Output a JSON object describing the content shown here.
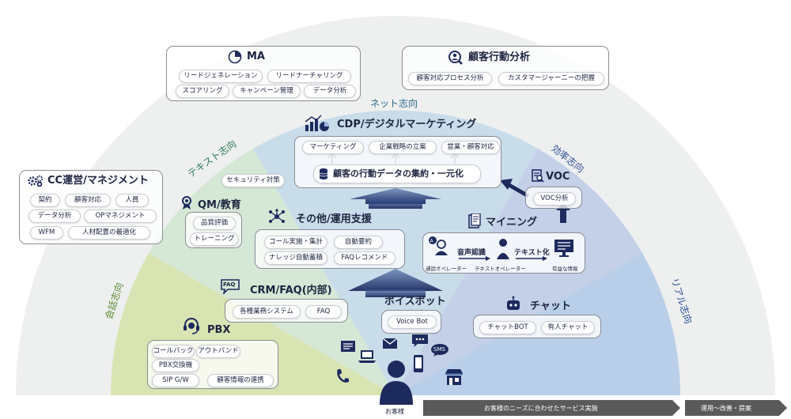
{
  "dimensions": {
    "ma": "MA",
    "customer_behavior": "顧客行動分析",
    "cc": "CC運営/マネジメント"
  },
  "directions": {
    "net": "ネット志向",
    "text": "テキスト志向",
    "efficiency": "効率志向",
    "conversation": "会話志向",
    "real": "リアル志向"
  },
  "ma_items": [
    "リードジェネレーション",
    "リードナーチャリング",
    "スコアリング",
    "キャンペーン管理",
    "データ分析"
  ],
  "behavior_items": [
    "顧客対応プロセス分析",
    "カスタマージャーニーの把握"
  ],
  "cc_items": [
    "契約",
    "顧客対応",
    "人員",
    "データ分析",
    "OPマネジメント",
    "WFM",
    "人材配置の最適化"
  ],
  "cdp": {
    "title": "CDP/デジタルマーケティング",
    "items": [
      "マーケティング",
      "企業戦略の立案",
      "営業・顧客対応"
    ],
    "core": "顧客の行動データの集約・一元化"
  },
  "security": "セキュリティ対策",
  "voc": {
    "title": "VOC",
    "item": "VOC分析"
  },
  "qm": {
    "title": "QM/教育",
    "items": [
      "品質評価",
      "トレーニング"
    ]
  },
  "other": {
    "title": "その他/運用支援",
    "items": [
      "コール実施・集計",
      "自動要約",
      "ナレッジ自動蓄積",
      "FAQレコメンド"
    ]
  },
  "mining": {
    "title": "マイニング",
    "speech": "音声認識",
    "text": "テキスト化",
    "op1": "通話オペレーター",
    "op2": "テキストオペレーター",
    "info": "有益な情報"
  },
  "crm": {
    "title": "CRM/FAQ(内部)",
    "items": [
      "各種業務システム",
      "FAQ"
    ],
    "icon_text": "FAQ"
  },
  "voicebot": {
    "title": "ボイスボット",
    "item": "Voice Bot"
  },
  "chat": {
    "title": "チャット",
    "items": [
      "チャットBOT",
      "有人チャット"
    ]
  },
  "pbx": {
    "title": "PBX",
    "items": [
      "コールバック",
      "アウトバンド",
      "PBX交換機",
      "SIP G/W",
      "顧客情報の連携"
    ]
  },
  "customer": "お客様",
  "sms_label": "SMS",
  "bottom": {
    "left": "お客様のニーズに合わせたサービス実施",
    "right": "運用～改善・提案"
  },
  "colors": {
    "navy": "#1d2a5e",
    "outer_arc": "#eeefef",
    "conversation_sector": "#d9e4b3",
    "text_sector": "#d5e8d6",
    "net_sector": "#c9dcea",
    "efficiency_sector": "#c4cfe8",
    "real_sector": "#b9cfe9",
    "arrow": "#1d2a5e",
    "bottom_arrow": "#5a5a5a"
  }
}
